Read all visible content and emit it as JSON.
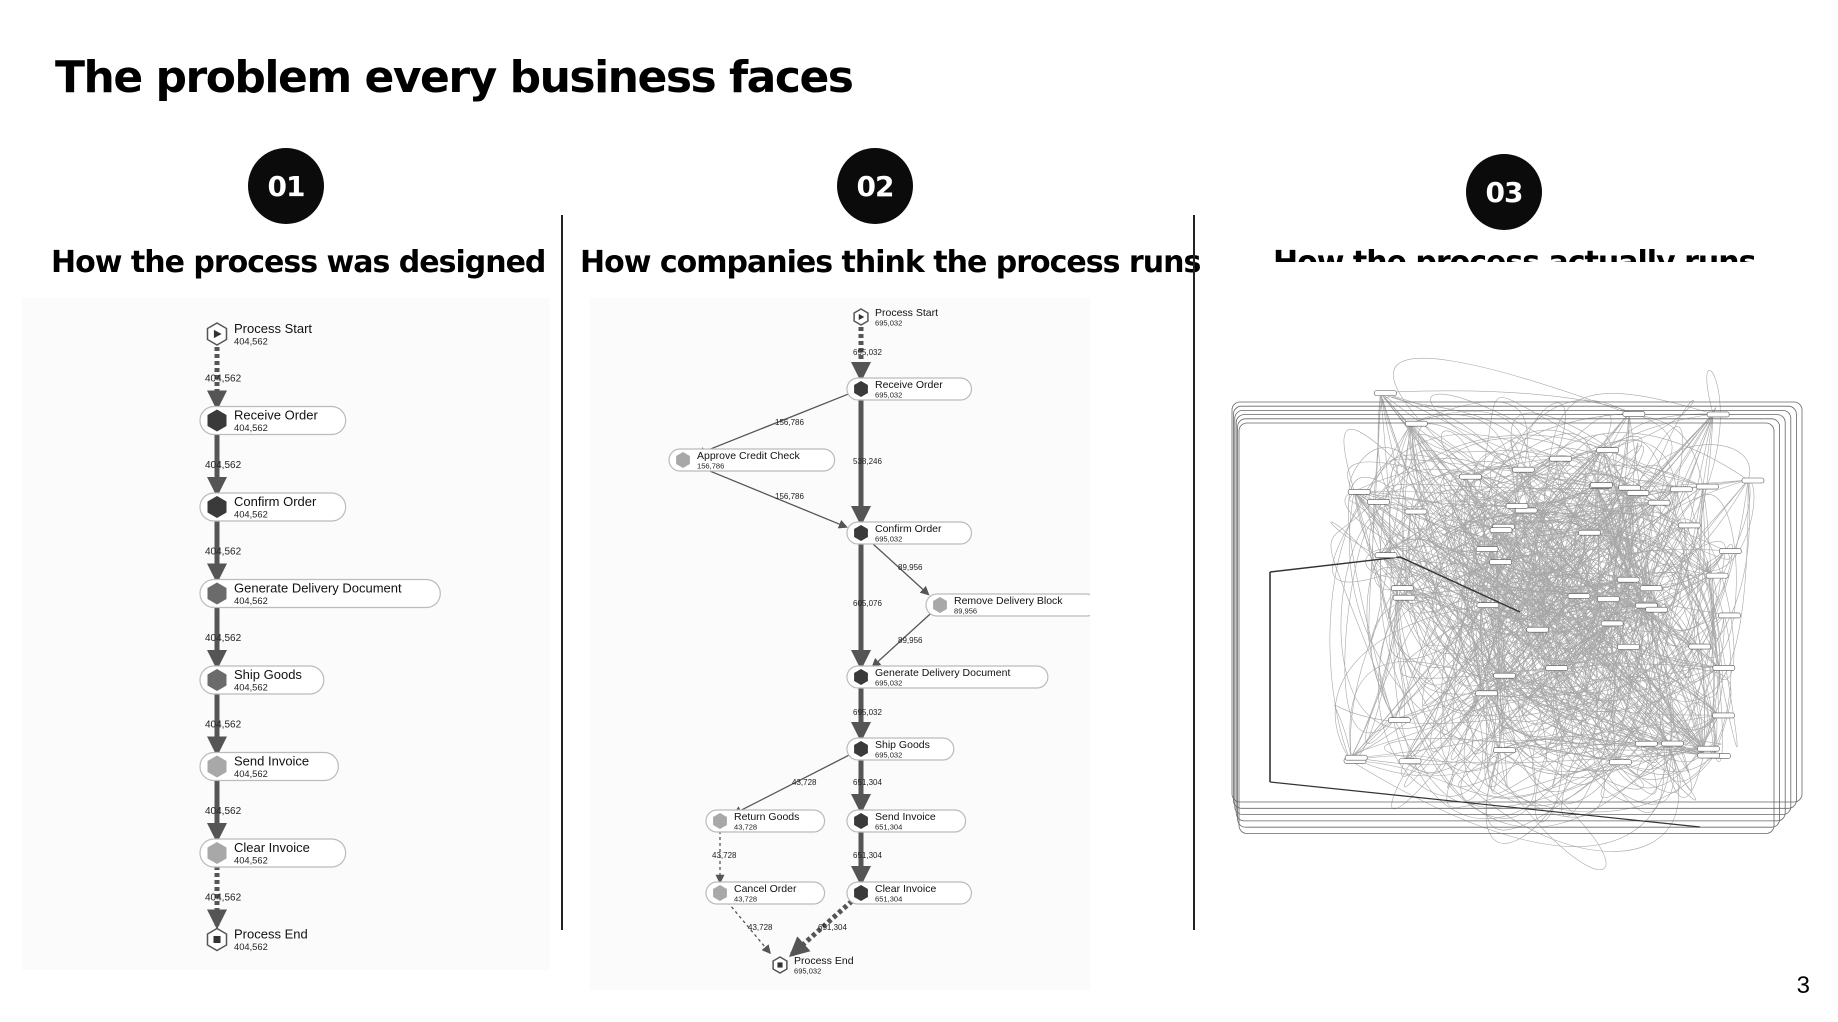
{
  "slide": {
    "title": "The problem every business faces",
    "page_number": "3"
  },
  "columns": [
    {
      "number": "01",
      "title": "How the process was designed"
    },
    {
      "number": "02",
      "title": "How companies  think the process runs"
    },
    {
      "number": "03",
      "title": "How the process actually runs"
    }
  ],
  "designed": {
    "nodes": [
      {
        "label": "Process Start",
        "count": "404,562",
        "kind": "start"
      },
      {
        "label": "Receive Order",
        "count": "404,562",
        "kind": "dark"
      },
      {
        "label": "Confirm Order",
        "count": "404,562",
        "kind": "dark"
      },
      {
        "label": "Generate Delivery Document",
        "count": "404,562",
        "kind": "mid"
      },
      {
        "label": "Ship Goods",
        "count": "404,562",
        "kind": "mid"
      },
      {
        "label": "Send Invoice",
        "count": "404,562",
        "kind": "light"
      },
      {
        "label": "Clear Invoice",
        "count": "404,562",
        "kind": "light"
      },
      {
        "label": "Process End",
        "count": "404,562",
        "kind": "end"
      }
    ],
    "edges": [
      {
        "from": 0,
        "to": 1,
        "label": "404,562",
        "style": "dashed"
      },
      {
        "from": 1,
        "to": 2,
        "label": "404,562",
        "style": "solid"
      },
      {
        "from": 2,
        "to": 3,
        "label": "404,562",
        "style": "solid"
      },
      {
        "from": 3,
        "to": 4,
        "label": "404,562",
        "style": "solid"
      },
      {
        "from": 4,
        "to": 5,
        "label": "404,562",
        "style": "solid"
      },
      {
        "from": 5,
        "to": 6,
        "label": "404,562",
        "style": "solid"
      },
      {
        "from": 6,
        "to": 7,
        "label": "404,562",
        "style": "dashed"
      }
    ]
  },
  "perceived": {
    "nodes": [
      {
        "label": "Process Start",
        "count": "695,032",
        "kind": "start"
      },
      {
        "label": "Receive Order",
        "count": "695,032",
        "kind": "dark"
      },
      {
        "label": "Approve Credit Check",
        "count": "156,786",
        "kind": "light"
      },
      {
        "label": "Confirm Order",
        "count": "695,032",
        "kind": "dark"
      },
      {
        "label": "Remove Delivery Block",
        "count": "89,956",
        "kind": "light"
      },
      {
        "label": "Generate Delivery Document",
        "count": "695,032",
        "kind": "dark"
      },
      {
        "label": "Ship Goods",
        "count": "695,032",
        "kind": "dark"
      },
      {
        "label": "Return Goods",
        "count": "43,728",
        "kind": "light"
      },
      {
        "label": "Send Invoice",
        "count": "651,304",
        "kind": "dark"
      },
      {
        "label": "Cancel Order",
        "count": "43,728",
        "kind": "light"
      },
      {
        "label": "Clear Invoice",
        "count": "651,304",
        "kind": "dark"
      },
      {
        "label": "Process End",
        "count": "695,032",
        "kind": "end"
      }
    ],
    "edges": [
      {
        "from": 0,
        "to": 1,
        "label": "695,032",
        "style": "dashed"
      },
      {
        "from": 1,
        "to": 2,
        "label": "156,786",
        "style": "thin"
      },
      {
        "from": 1,
        "to": 3,
        "label": "538,246",
        "style": "solid"
      },
      {
        "from": 2,
        "to": 3,
        "label": "156,786",
        "style": "thin"
      },
      {
        "from": 3,
        "to": 4,
        "label": "89,956",
        "style": "thin"
      },
      {
        "from": 3,
        "to": 5,
        "label": "605,076",
        "style": "solid"
      },
      {
        "from": 4,
        "to": 5,
        "label": "89,956",
        "style": "thin"
      },
      {
        "from": 5,
        "to": 6,
        "label": "695,032",
        "style": "solid"
      },
      {
        "from": 6,
        "to": 7,
        "label": "43,728",
        "style": "thin"
      },
      {
        "from": 6,
        "to": 8,
        "label": "651,304",
        "style": "solid"
      },
      {
        "from": 7,
        "to": 9,
        "label": "43,728",
        "style": "thindashed"
      },
      {
        "from": 8,
        "to": 10,
        "label": "651,304",
        "style": "solid"
      },
      {
        "from": 9,
        "to": 11,
        "label": "43,728",
        "style": "thindashed"
      },
      {
        "from": 10,
        "to": 11,
        "label": "651,304",
        "style": "dashed"
      }
    ]
  },
  "colors": {
    "dark_node": "#3a3a3a",
    "mid_node": "#6b6b6b",
    "light_node": "#a8a8a8",
    "edge": "#555555"
  }
}
